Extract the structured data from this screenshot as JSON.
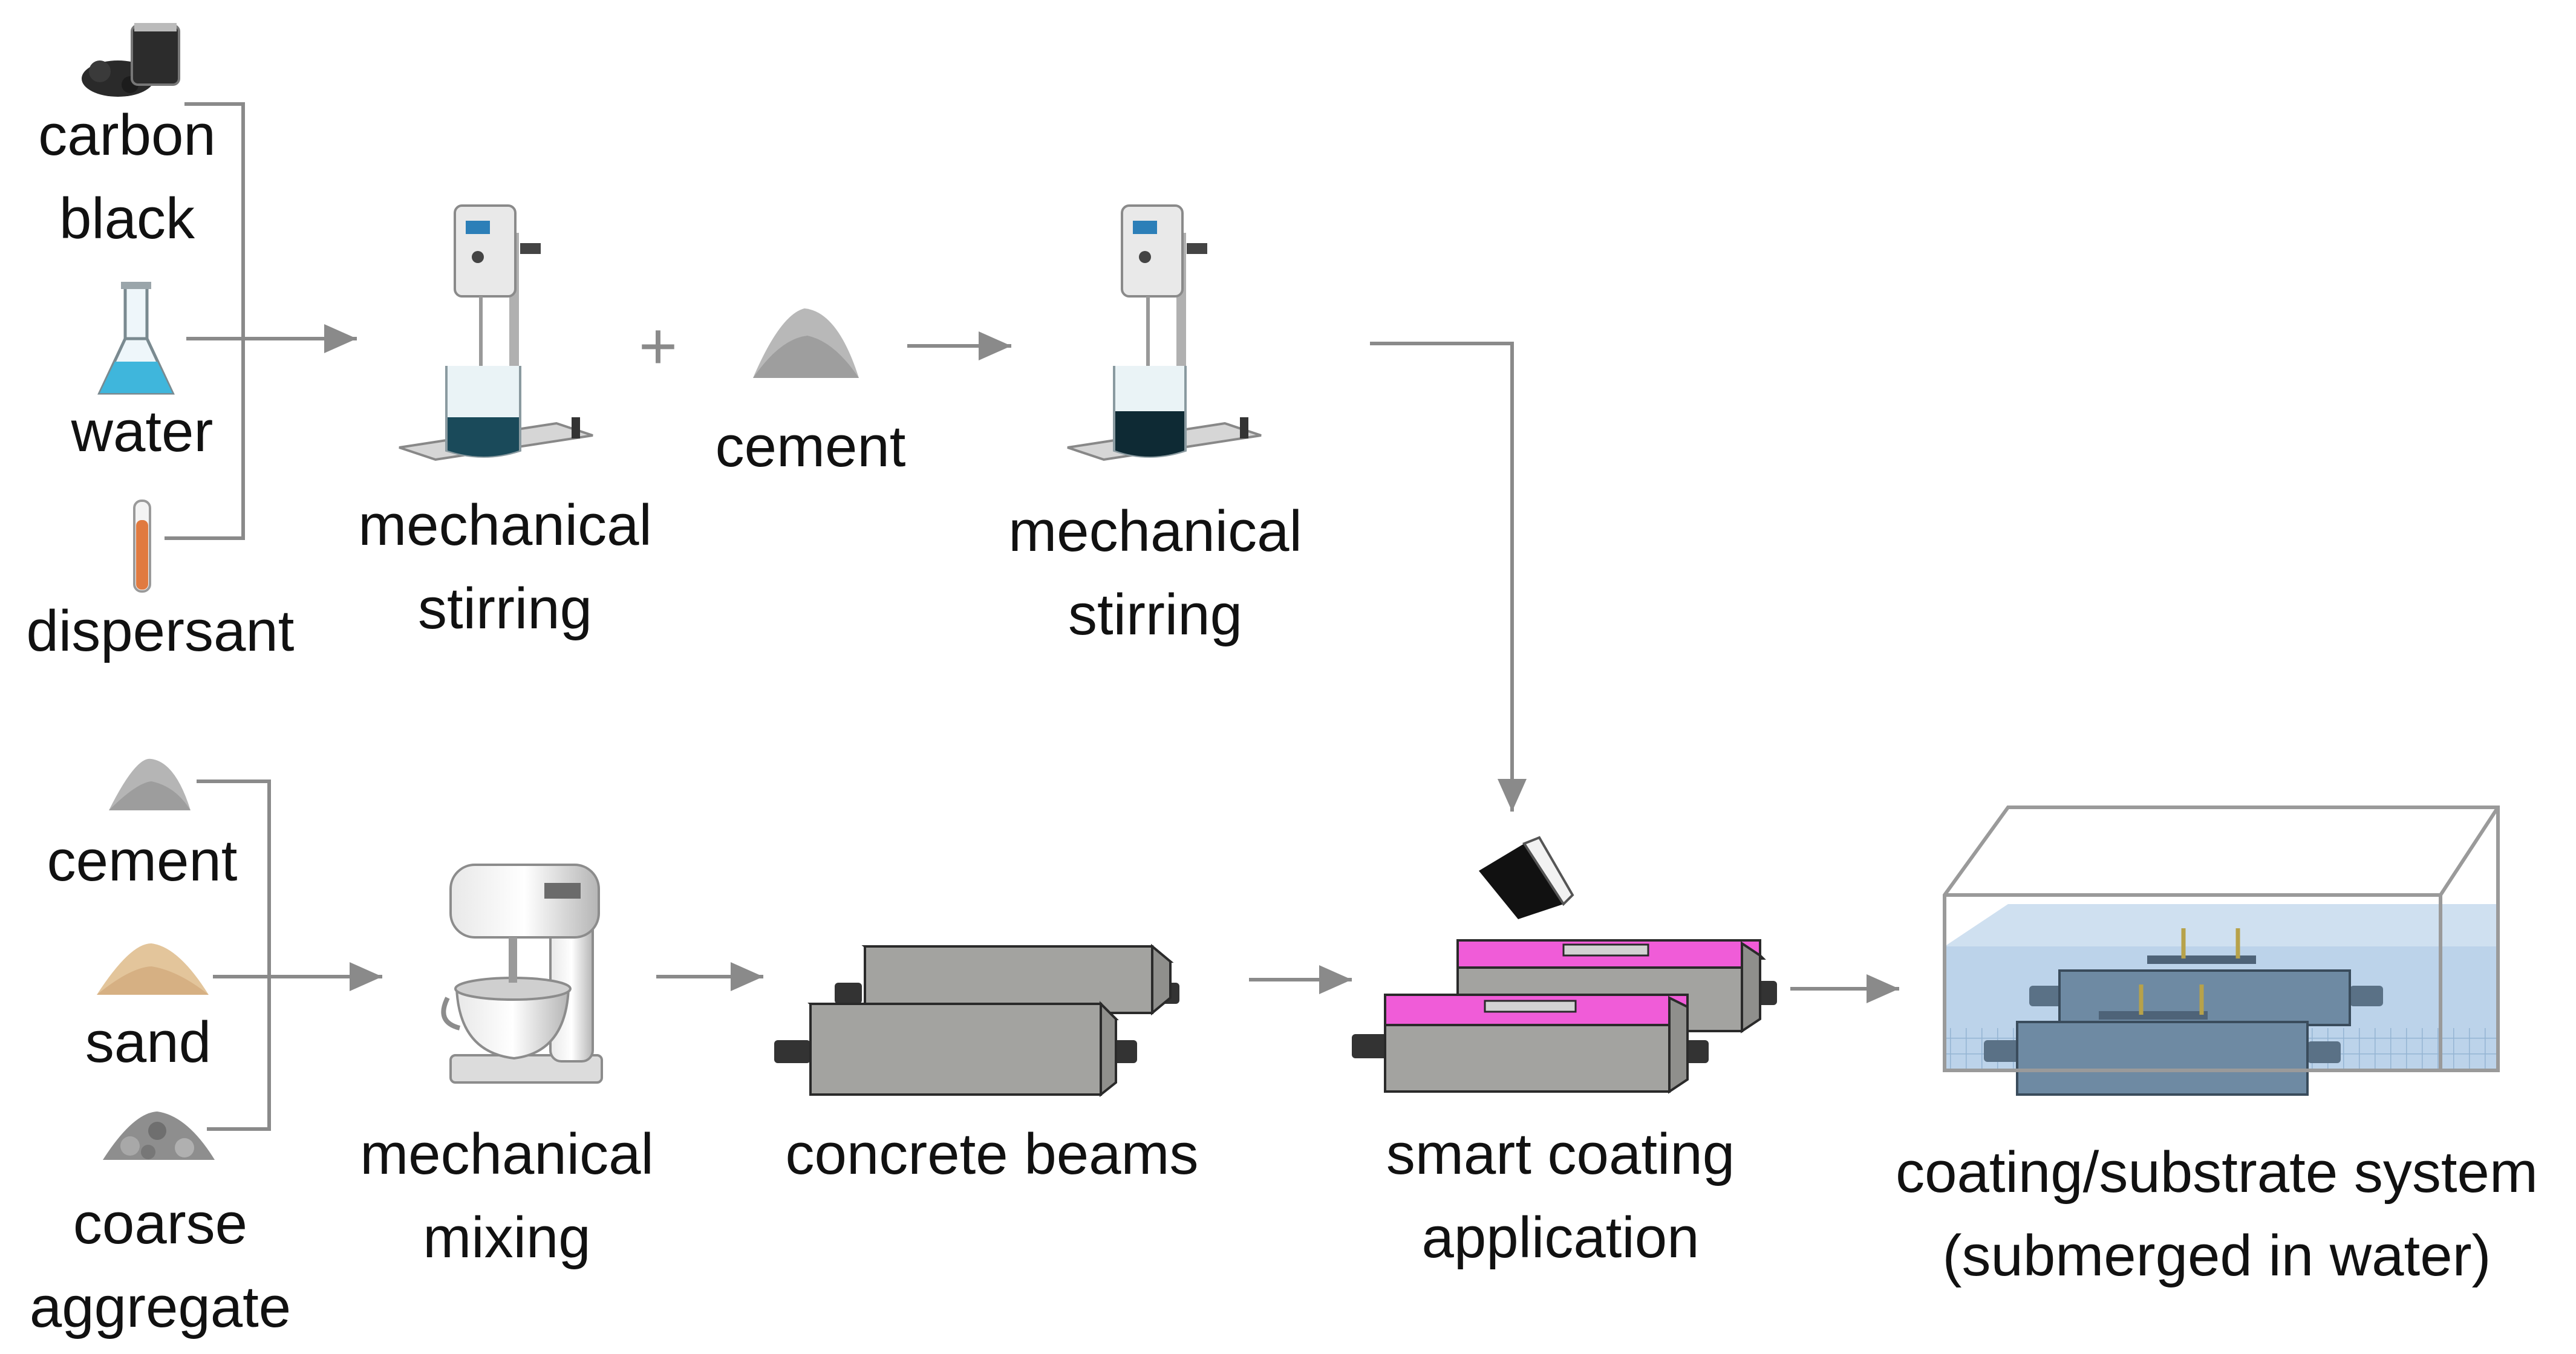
{
  "ingredients_top": {
    "carbon_black": [
      "carbon",
      "black"
    ],
    "water": "water",
    "dispersant": "dispersant"
  },
  "steps_top": {
    "stirring_1": [
      "mechanical",
      "stirring"
    ],
    "plus": "+",
    "cement": "cement",
    "stirring_2": [
      "mechanical",
      "stirring"
    ]
  },
  "ingredients_bottom": {
    "cement": "cement",
    "sand": "sand",
    "coarse_aggregate": [
      "coarse",
      "aggregate"
    ]
  },
  "steps_bottom": {
    "mixing": [
      "mechanical",
      "mixing"
    ],
    "beams": "concrete beams",
    "coating": [
      "smart coating",
      "application"
    ],
    "system": [
      "coating/substrate system",
      "(submerged in water)"
    ]
  },
  "colors": {
    "arrow": "#8a8a8a",
    "beam_face": "#a3a3a0",
    "beam_top": "#b8b8b5",
    "beam_side": "#8f8f8c",
    "coating": "#f05cd8",
    "water": "#bcd3ea",
    "water_beam": "#6e8aa3",
    "liquid_dark": "#1a4a5a",
    "flask_liquid": "#3fb6dc",
    "dispersant": "#e07a40"
  }
}
